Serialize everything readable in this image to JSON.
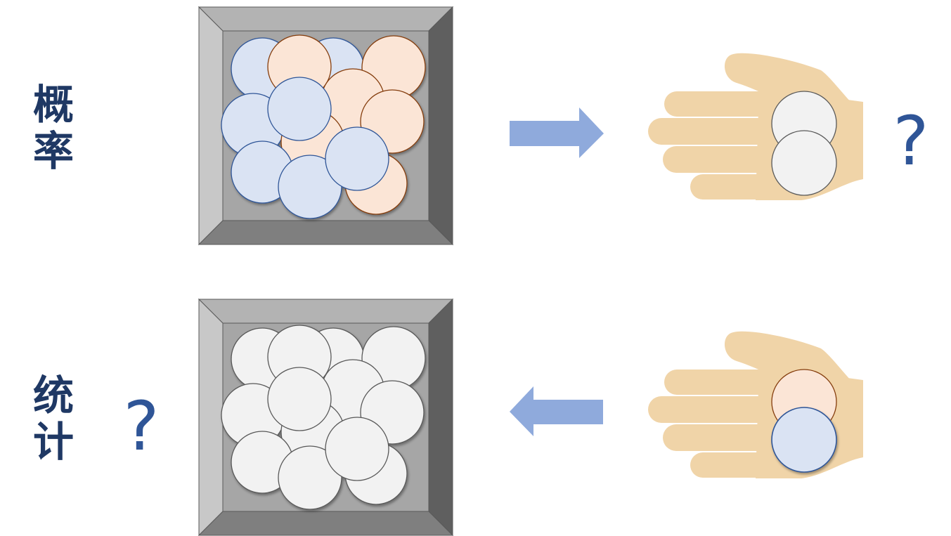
{
  "rows": [
    {
      "id": "probability",
      "label_chars": [
        "概",
        "率"
      ],
      "box_ball_style": "colored",
      "hand_ball_colors": [
        "light-gray",
        "light-gray"
      ],
      "question_side": "right",
      "arrow_direction": "right"
    },
    {
      "id": "statistics",
      "label_chars": [
        "统",
        "计"
      ],
      "box_ball_style": "gray",
      "hand_ball_colors": [
        "orange",
        "blue"
      ],
      "question_side": "left",
      "arrow_direction": "left"
    }
  ],
  "question_mark": "?",
  "colors": {
    "label_text": "#1f3864",
    "question": "#2f5597",
    "arrow": "#8faadc",
    "blue_ball": "#dae3f3",
    "blue_ball_stroke": "#2f5597",
    "orange_ball": "#fbe5d6",
    "orange_ball_stroke": "#843c0c",
    "gray_ball": "#f2f2f2",
    "gray_ball_stroke": "#595959",
    "hand": "#f0d4a8",
    "box_inner": "#a6a6a6"
  }
}
